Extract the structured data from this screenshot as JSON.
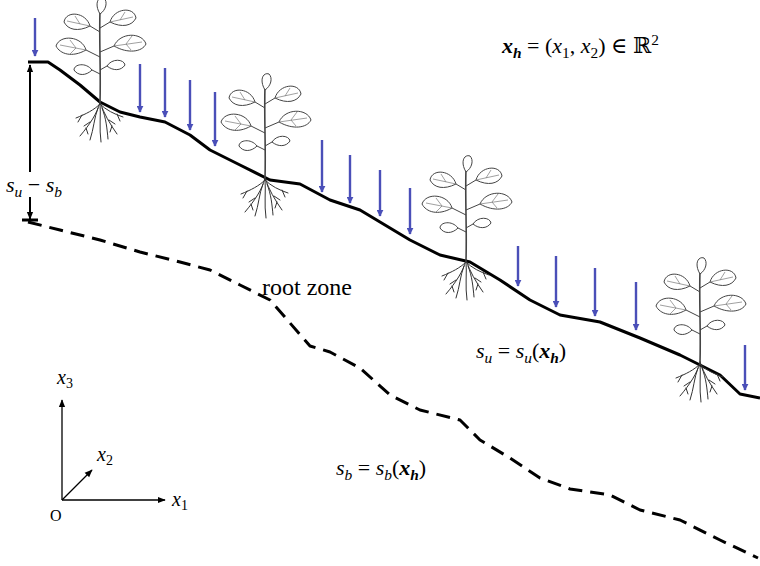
{
  "diagram": {
    "labels": [
      "xh = (x1, x2) ∈ ℝ2",
      "su − sb",
      "root zone",
      "su = su(xh)",
      "sb = sb(xh)",
      "x3",
      "x2",
      "x1",
      "O"
    ]
  }
}
